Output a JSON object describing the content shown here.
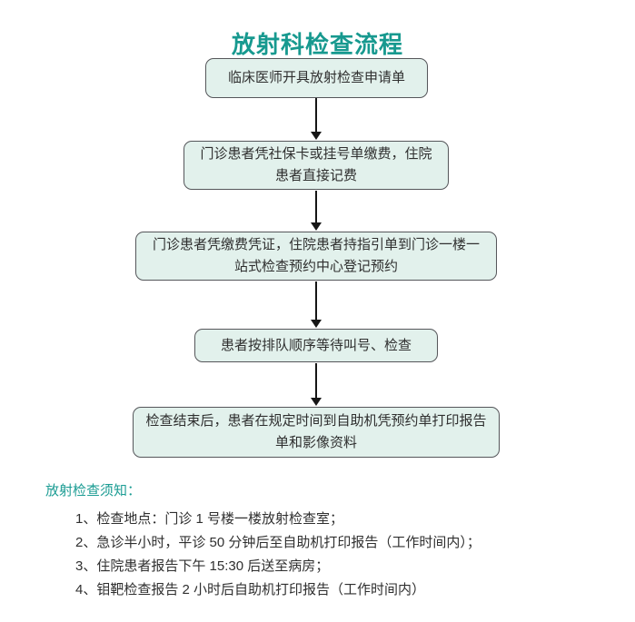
{
  "title": "放射科检查流程",
  "colors": {
    "accent_teal": "#17998f",
    "box_fill": "#e2f1ec",
    "box_border": "#55565a",
    "arrow": "#161616",
    "body_text": "#2f2f2f"
  },
  "flowchart": {
    "steps": [
      {
        "text": "临床医师开具放射检查申请单"
      },
      {
        "text": "门诊患者凭社保卡或挂号单缴费，住院患者直接记费"
      },
      {
        "text": "门诊患者凭缴费凭证，住院患者持指引单到门诊一楼一站式检查预约中心登记预约"
      },
      {
        "text": "患者按排队顺序等待叫号、检查"
      },
      {
        "text": "检查结束后，患者在规定时间到自助机凭预约单打印报告单和影像资料"
      }
    ]
  },
  "notes": {
    "heading": "放射检查须知：",
    "items": [
      "1、检查地点：门诊 1 号楼一楼放射检查室；",
      "2、急诊半小时，平诊 50 分钟后至自助机打印报告（工作时间内）；",
      "3、住院患者报告下午 15:30 后送至病房；",
      "4、钼靶检查报告 2 小时后自助机打印报告（工作时间内）"
    ]
  }
}
